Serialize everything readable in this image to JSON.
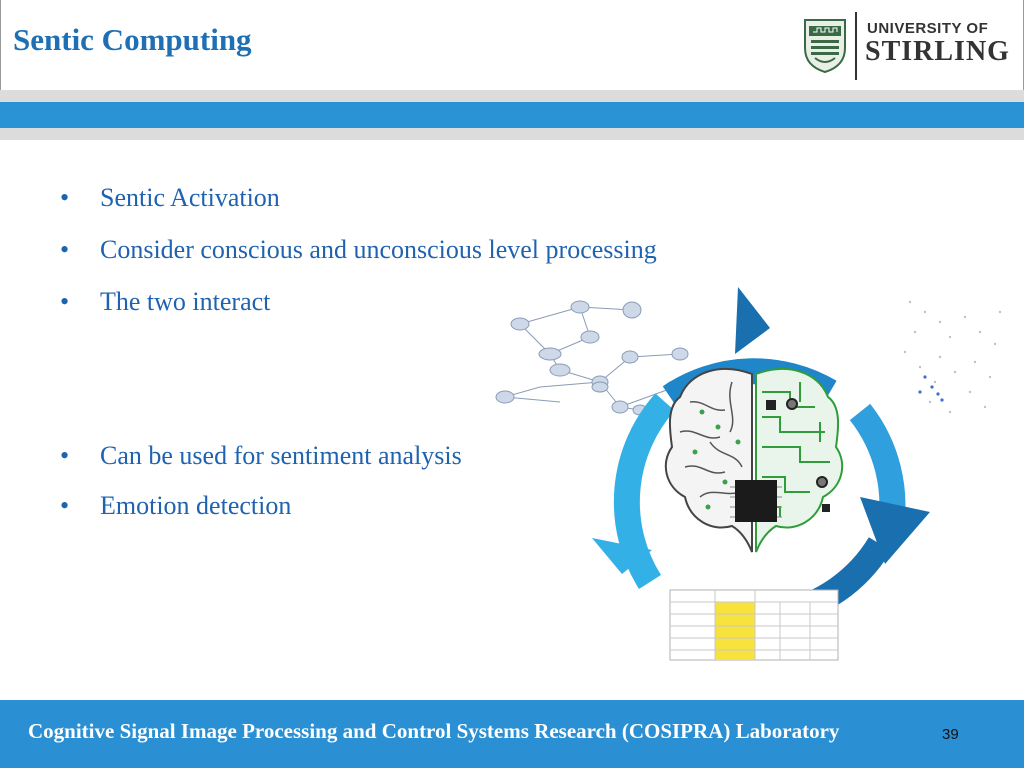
{
  "slide": {
    "title": "Sentic Computing",
    "logo": {
      "line1": "UNIVERSITY OF",
      "line2": "STIRLING"
    },
    "bullets": [
      "Sentic Activation",
      "Consider conscious and unconscious level processing",
      "The two interact",
      "Can be used for sentiment analysis",
      "Emotion detection"
    ],
    "footer": "Cognitive Signal Image Processing and Control Systems Research (COSIPRA) Laboratory",
    "page_number": "39"
  },
  "colors": {
    "title": "#1f6fb5",
    "bullet_text": "#1f63b0",
    "band_blue": "#2a93d6",
    "footer_bg": "#2a8fd3",
    "cycle_light": "#33b1e6",
    "cycle_dark": "#1a6fae",
    "circuit_green": "#2f9e3a"
  }
}
